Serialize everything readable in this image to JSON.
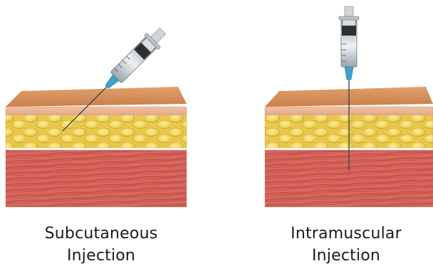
{
  "panels": [
    {
      "caption": [
        "Subcutaneous",
        "Injection"
      ]
    },
    {
      "caption": [
        "Intramuscular",
        "Injection"
      ]
    }
  ],
  "colors": {
    "skin_top": "#d8935a",
    "dermis": "#e8b08e",
    "fat": "#eed35a",
    "fat_globule_edge": "#c9a42a",
    "muscle": "#d25f55",
    "muscle_fiber": "#b8423d",
    "needle_hub": "#3fa0c8",
    "syringe_barrel": "#c7ced4",
    "plunger": "#3a3a3a"
  },
  "icons": [
    "syringe-icon",
    "syringe-icon"
  ]
}
